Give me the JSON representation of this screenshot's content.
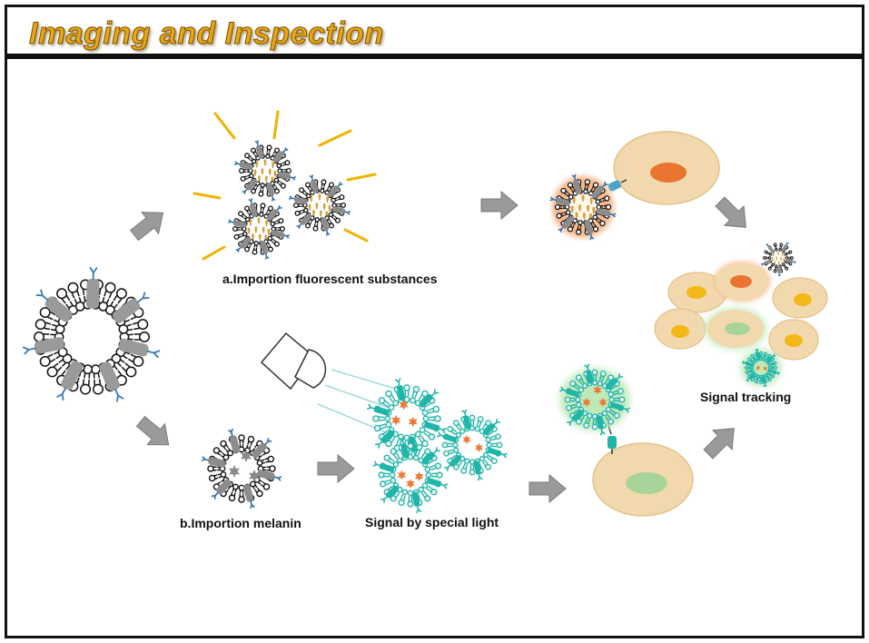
{
  "title": "Imaging and Inspection",
  "labels": {
    "fluorescent": "a.Importion fluorescent substances",
    "melanin": "b.Importion melanin",
    "special_light": "Signal by special light",
    "tracking": "Signal tracking"
  },
  "colors": {
    "title_gold": "#e9a614",
    "fluorescent_rays": "#f0b400",
    "fluorescent_cargo": "#d9a035",
    "cell_body": "#f2d9ad",
    "cell_nucleus_orange": "#e8742f",
    "cell_nucleus_yellow": "#f3b818",
    "cell_nucleus_green": "#a8d49a",
    "teal_signal": "#1fb5a8",
    "melanin_star": "#8a8a8a",
    "signal_star": "#ee7a36",
    "arrow_gray": "#9a9a9a"
  }
}
